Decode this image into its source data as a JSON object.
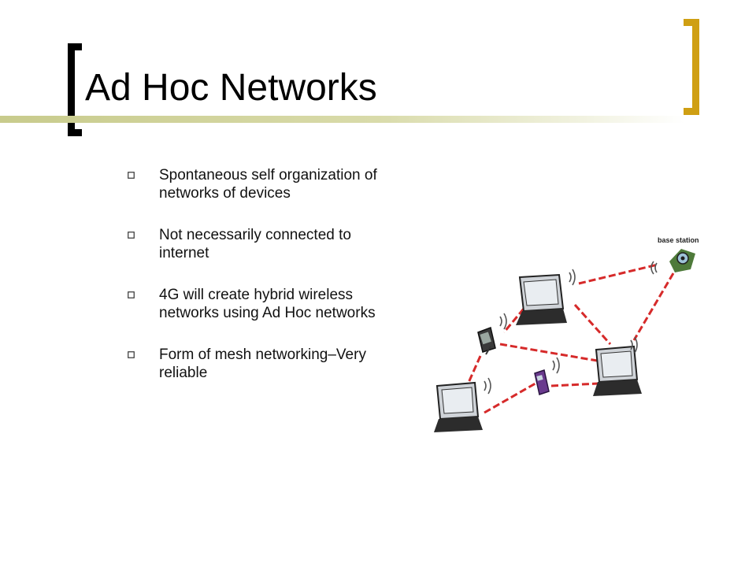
{
  "slide": {
    "title": "Ad Hoc Networks",
    "bullets": [
      "Spontaneous self organization of networks of devices",
      "Not necessarily connected to internet",
      "4G will create hybrid wireless networks using Ad Hoc networks",
      "Form of mesh networking–Very reliable"
    ]
  },
  "diagram": {
    "base_station_label": "base station",
    "link_color": "#d62a2a",
    "nodes": [
      "base-station",
      "laptop",
      "laptop",
      "laptop",
      "pda",
      "cell-phone"
    ]
  },
  "colors": {
    "left_bracket": "#000000",
    "right_bracket": "#cf9f13",
    "title_rule": "#c8cb8c"
  }
}
